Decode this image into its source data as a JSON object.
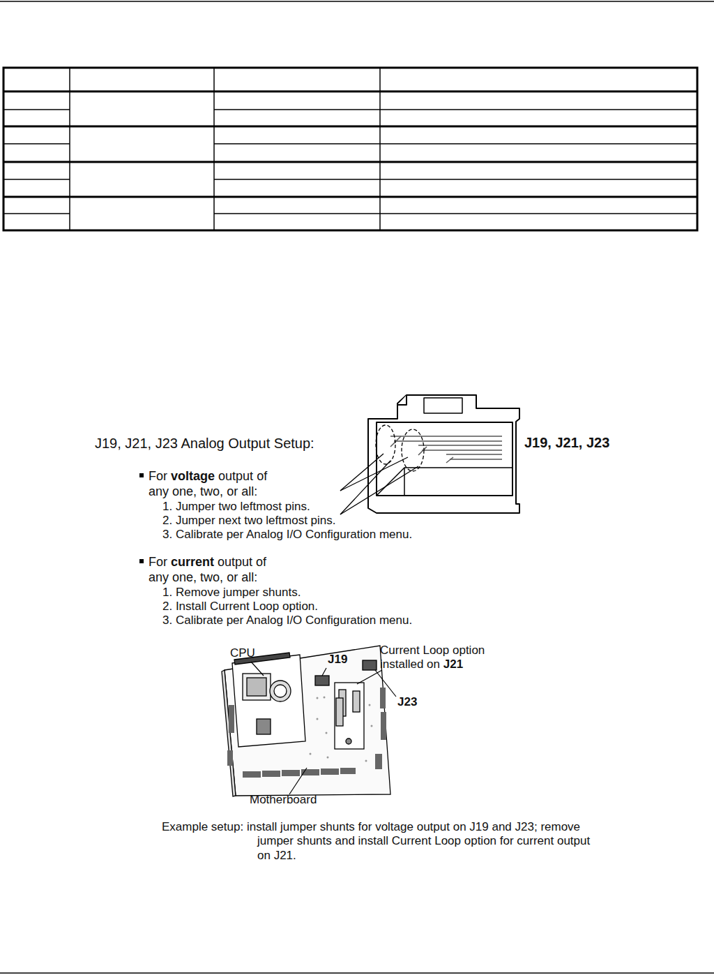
{
  "diagram": {
    "caption": "Example setup: install jumper shunts for voltage output on J19 and J23; remove jumper shunts and install Current Loop option for current output on J21.",
    "labels": [
      "J19, J21, J23 Analog Output Setup:",
      "For voltage output of any one, two, or all:",
      "1. Jumper two leftmost pins.",
      "2. Jumper next two leftmost pins.",
      "3. Calibrate per Analog I/O Configuration menu.",
      "For current output of any one, two, or all:",
      "1. Remove jumper shunts.",
      "2. Install Current Loop option.",
      "3. Calibrate per Analog I/O Configuration menu.",
      "J19, J21, J23",
      "CPU",
      "J19",
      "Current Loop option installed on J21",
      "J23",
      "Motherboard"
    ]
  }
}
